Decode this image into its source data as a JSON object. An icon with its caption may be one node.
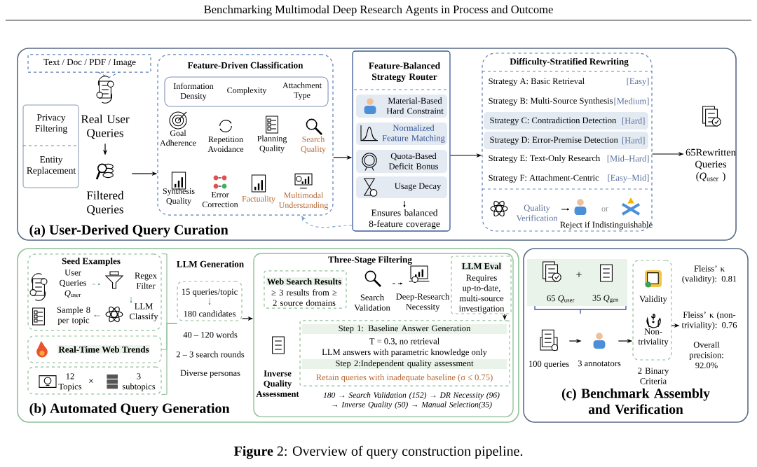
{
  "diagram": {
    "title": "Benchmarking Multimodal Deep Research Agents in Process and Outcome",
    "caption": "**Figure** 2: Overview of query construction pipeline.",
    "nodes": [
      {
        "text": [
          "(a) User-Derived Query Curation"
        ]
      },
      {
        "text": [
          "Text / Doc / PDF / Image"
        ],
        "in": 0
      },
      {
        "text": [
          "Privacy Filtering",
          "Entity Replacement"
        ],
        "in": 0
      },
      {
        "text": [
          "Real User Queries"
        ],
        "in": 0
      },
      {
        "text": [
          "Filtered Queries"
        ],
        "in": 0
      },
      {
        "text": [
          "Feature-Driven Classification",
          "Goal Adherence",
          "Repetition Avoidance",
          "Planning Quality",
          "Search Quality",
          "Synthesis Quality",
          "Error Correction",
          "Factuality",
          "Multimodal Understanding"
        ],
        "in": 0
      },
      {
        "text": [
          "Information Density",
          "Complexity",
          "Attachment Type"
        ],
        "in": 5
      },
      {
        "text": [
          "Feature-Balanced Strategy Router",
          "Ensures balanced 8-feature coverage"
        ],
        "in": 0
      },
      {
        "text": [
          "Material-Based Hard Constraint"
        ],
        "in": 7
      },
      {
        "text": [
          "Normalized Feature Matching"
        ],
        "in": 7
      },
      {
        "text": [
          "Quota-Based Deficit Bonus"
        ],
        "in": 7
      },
      {
        "text": [
          "Usage Decay"
        ],
        "in": 7
      },
      {
        "text": [
          "Difficulty-Stratified Rewriting",
          "Strategy A: Basic Retrieval",
          "[Easy]",
          "Strategy B: Multi-Source Synthesis",
          "[Medium]",
          "Strategy E: Text-Only Research",
          "[Mid–Hard]",
          "Strategy F: Attachment-Centric",
          "[Easy–Mid]",
          "Quality Verification",
          "or",
          "Reject if Indistinguishable"
        ],
        "in": 0
      },
      {
        "text": [
          "Strategy C: Contradiction Detection",
          "[Hard]"
        ],
        "in": 12
      },
      {
        "text": [
          "Strategy D: Error-Premise Detection",
          "[Hard]"
        ],
        "in": 12
      },
      {
        "text": [
          "65Rewritten Queries (*Q*$_{user}$ )"
        ],
        "in": 0
      },
      {
        "text": [
          "(b) Automated Query Generation"
        ]
      },
      {
        "text": [
          "Seed Examples",
          "User Queries *Q*$_{user}$",
          "Regex Filter",
          "Sample 8 per topic",
          "LLM Classify"
        ],
        "in": 16
      },
      {
        "text": [
          "Real-Time Web Trends"
        ],
        "in": 16
      },
      {
        "text": [
          "12 Topics",
          "×",
          "3 subtopics"
        ],
        "in": 16
      },
      {
        "text": [
          "15 queries/topic",
          "180 candidates"
        ],
        "in": 16
      },
      {
        "text": [
          "Three-Stage Filtering",
          "Search Validation",
          "Deep-Research Necessity",
          "Inverse Quality Assessment",
          "180 → Search Validation (152) → DR Necessity (96) → Inverse Quality (50) → Manual Selection(35)"
        ],
        "in": 16
      },
      {
        "text": [
          "Web Search Results",
          "≥ 3 results from ≥ 2 source domains"
        ],
        "in": 21
      },
      {
        "text": [
          "LLM Eval",
          "Requires up-to-date, multi-source investigation"
        ],
        "in": 21
      },
      {
        "text": [
          "Step 1: Baseline Answer Generation",
          "T = 0.3, no retrieval",
          "LLM answers with parametric knowledge only",
          "Step 2:Independent quality assessment",
          "Retain queries with inadequate baseline (σ ≤ 0.75)"
        ],
        "in": 21
      },
      {
        "text": [
          "(c) Benchmark Assembly and Verification"
        ]
      },
      {
        "text": [
          "65 *Q*$_{user}$",
          "+",
          "35 *Q*$_{gen}$"
        ],
        "in": 25
      },
      {
        "text": [
          "Validity",
          "Non-triviality"
        ],
        "beside": [
          "2 Binary Criteria"
        ],
        "in": 25
      },
      {
        "text": [
          "100 queries"
        ],
        "in": 25
      },
      {
        "text": [
          "3 annotators"
        ],
        "in": 25
      },
      {
        "text": [
          "Fleiss’ κ (non-triviality): 0.76"
        ],
        "in": 25
      }
    ],
    "edges": [
      {
        "from": 3,
        "to": 4,
        "arrow": "to"
      },
      {
        "from": 4,
        "to": 5,
        "arrow": "to"
      },
      {
        "from": 5,
        "to": 7,
        "arrow": "to"
      },
      {
        "from": 7,
        "to": 12,
        "arrow": "to"
      },
      {
        "from": 12,
        "to": 15,
        "arrow": "to"
      },
      {
        "from": 7,
        "to": 5,
        "arrow": "to",
        "style": "dashed",
        "color": "#7fa6cc"
      },
      {
        "from": 20,
        "to": 21,
        "arrow": "to"
      },
      {
        "from": 23,
        "to": 24,
        "arrow": "to"
      },
      {
        "from": 28,
        "to": 29,
        "arrow": "to"
      },
      {
        "from": 29,
        "to": 27,
        "arrow": "to"
      },
      {
        "from": 27,
        "to": 30,
        "arrow": "to"
      },
      {
        "from": 17,
        "to": 20,
        "arrow": "none",
        "color": "#8fbf96"
      },
      {
        "from": 18,
        "to": 20,
        "arrow": "none",
        "color": "#8fbf96"
      },
      {
        "from": 19,
        "to": 20,
        "arrow": "none",
        "color": "#8fbf96"
      }
    ],
    "labels": [
      "LLM Generation",
      "40 – 120 words",
      "2 – 3 search rounds",
      "Diverse personas",
      "Fleiss’ κ (validity): 0.81",
      "Overall precision: 92.0%"
    ]
  }
}
